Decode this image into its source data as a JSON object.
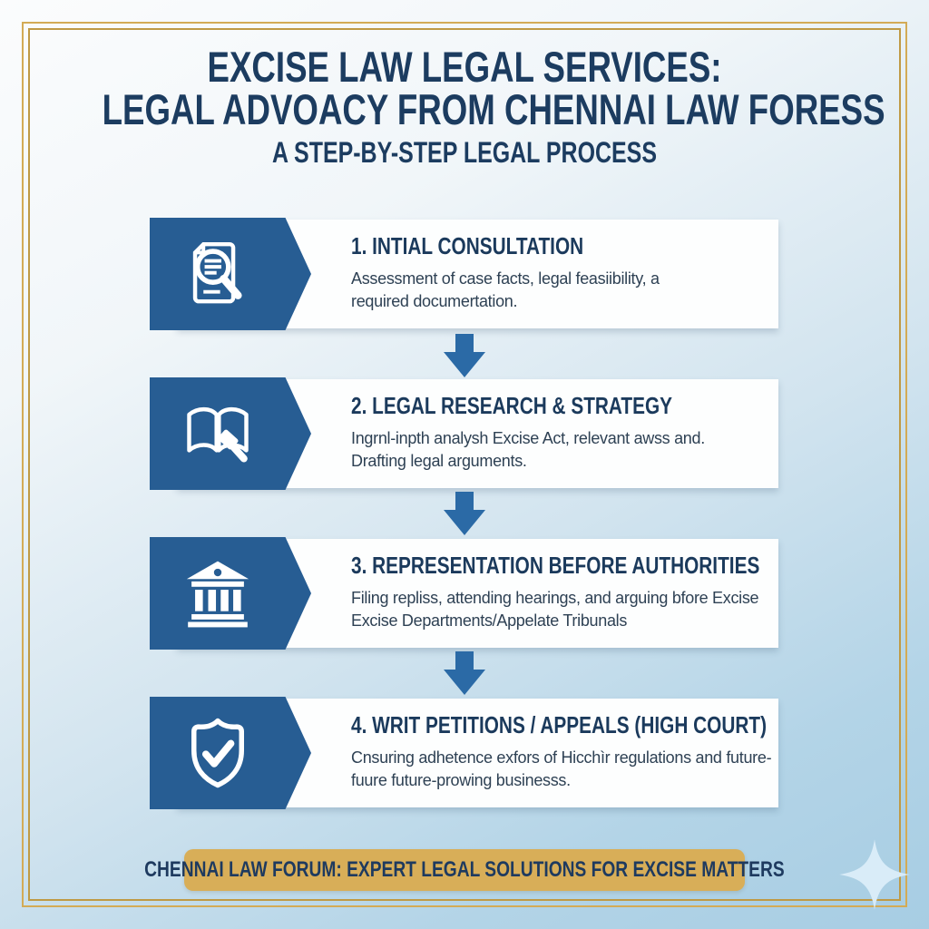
{
  "title": {
    "line1": "EXCISE LAW LEGAL SERVICES:",
    "line2": "LEGAL ADVOACY FROM CHENNAI LAW FORESS",
    "line3": "A STEP-BY-STEP LEGAL PROCESS"
  },
  "steps": [
    {
      "title": "1. INTIAL CONSULTATION",
      "desc1": "Assessment of case facts, legal feasiibility, a",
      "desc2": "required documertation.",
      "icon": "document-magnifier-icon"
    },
    {
      "title": "2. LEGAL RESEARCH & STRATEGY",
      "desc1": "Ingrnl-inpth analysh Excise Act, relevant awss and.",
      "desc2": "Drafting legal arguments.",
      "icon": "book-gavel-icon"
    },
    {
      "title": "3. REPRESENTATION BEFORE AUTHORITIES",
      "desc1": "Filing repliss, attending hearings, and arguing bfore Excise",
      "desc2": "Excise Departments/Appelate Tribunals",
      "icon": "courthouse-icon"
    },
    {
      "title": "4. WRIT PETITIONS / APPEALS (HIGH COURT)",
      "desc1": "Cnsuring adhetence exfors of Hicchìr regulations and future-",
      "desc2": "fuure future-prowing businesss.",
      "icon": "shield-check-icon"
    }
  ],
  "footer": {
    "banner": "CHENNAI LAW FORUM: EXPERT LEGAL SOLUTIONS FOR EXCISE MATTERS"
  },
  "colors": {
    "badge_blue": "#275d93",
    "arrow_blue": "#2b6aa6",
    "navy_text": "#1c3c60",
    "body_text": "#2e4154",
    "gold_border": "#c9a14e",
    "banner_gold": "#d8ae58",
    "background_blue": "#a7cde3",
    "card_white": "#fdfefe"
  }
}
